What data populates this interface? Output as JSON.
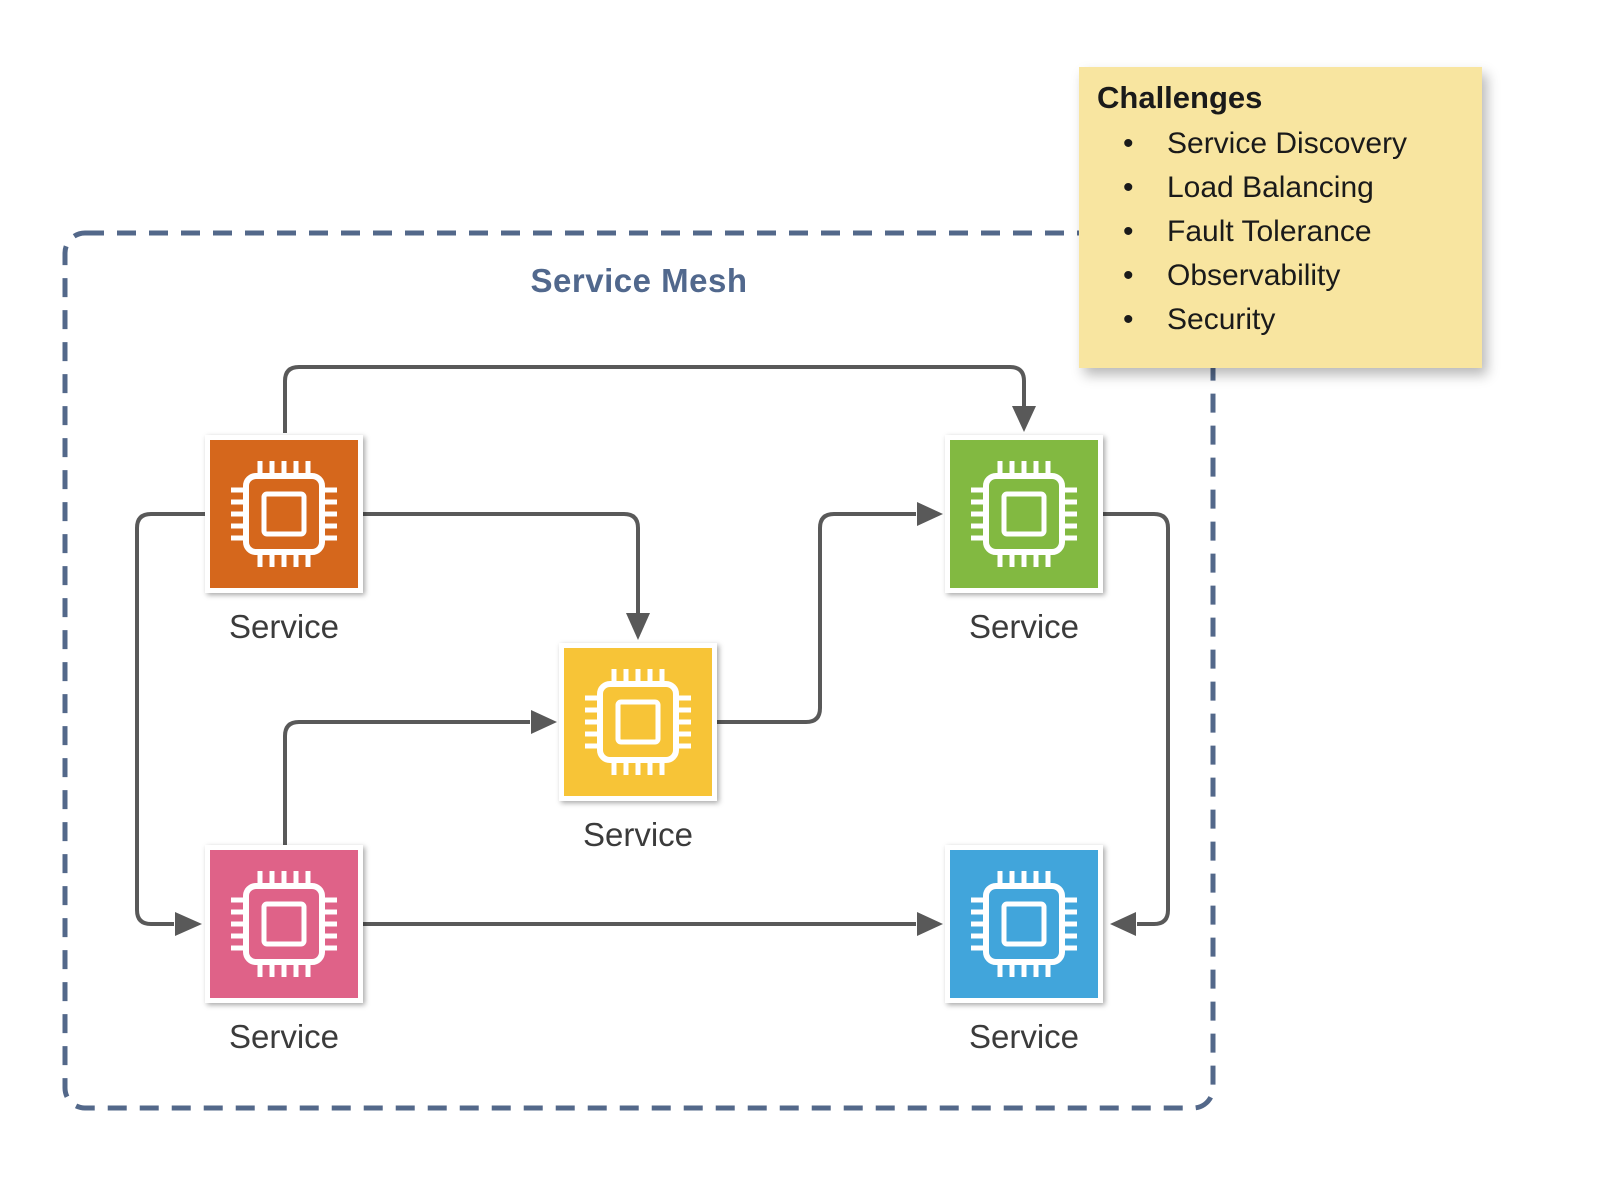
{
  "diagram": {
    "title": "Service Mesh",
    "services": [
      {
        "id": "service-orange",
        "label": "Service",
        "color": "#D5671C"
      },
      {
        "id": "service-green",
        "label": "Service",
        "color": "#82B941"
      },
      {
        "id": "service-yellow",
        "label": "Service",
        "color": "#F7C437"
      },
      {
        "id": "service-pink",
        "label": "Service",
        "color": "#DF6288"
      },
      {
        "id": "service-blue",
        "label": "Service",
        "color": "#41A5DB"
      }
    ],
    "connections": [
      {
        "from": "service-orange",
        "to": "service-green",
        "route": "over-the-top"
      },
      {
        "from": "service-orange",
        "to": "service-yellow",
        "route": "right-then-down"
      },
      {
        "from": "service-orange",
        "to": "service-pink",
        "route": "left-then-down"
      },
      {
        "from": "service-pink",
        "to": "service-yellow",
        "route": "up-then-right"
      },
      {
        "from": "service-yellow",
        "to": "service-green",
        "route": "right-then-up"
      },
      {
        "from": "service-pink",
        "to": "service-blue",
        "route": "straight"
      },
      {
        "from": "service-green",
        "to": "service-blue",
        "route": "right-then-down"
      }
    ]
  },
  "note": {
    "title": "Challenges",
    "items": [
      "Service Discovery",
      "Load Balancing",
      "Fault Tolerance",
      "Observability",
      "Security"
    ]
  },
  "colors": {
    "boundary_dash": "#53688A",
    "title_text": "#51688D",
    "connector": "#595959",
    "label_text": "#3B3B3B",
    "note_background": "#F8E5A0",
    "note_text": "#1A1A1A"
  }
}
